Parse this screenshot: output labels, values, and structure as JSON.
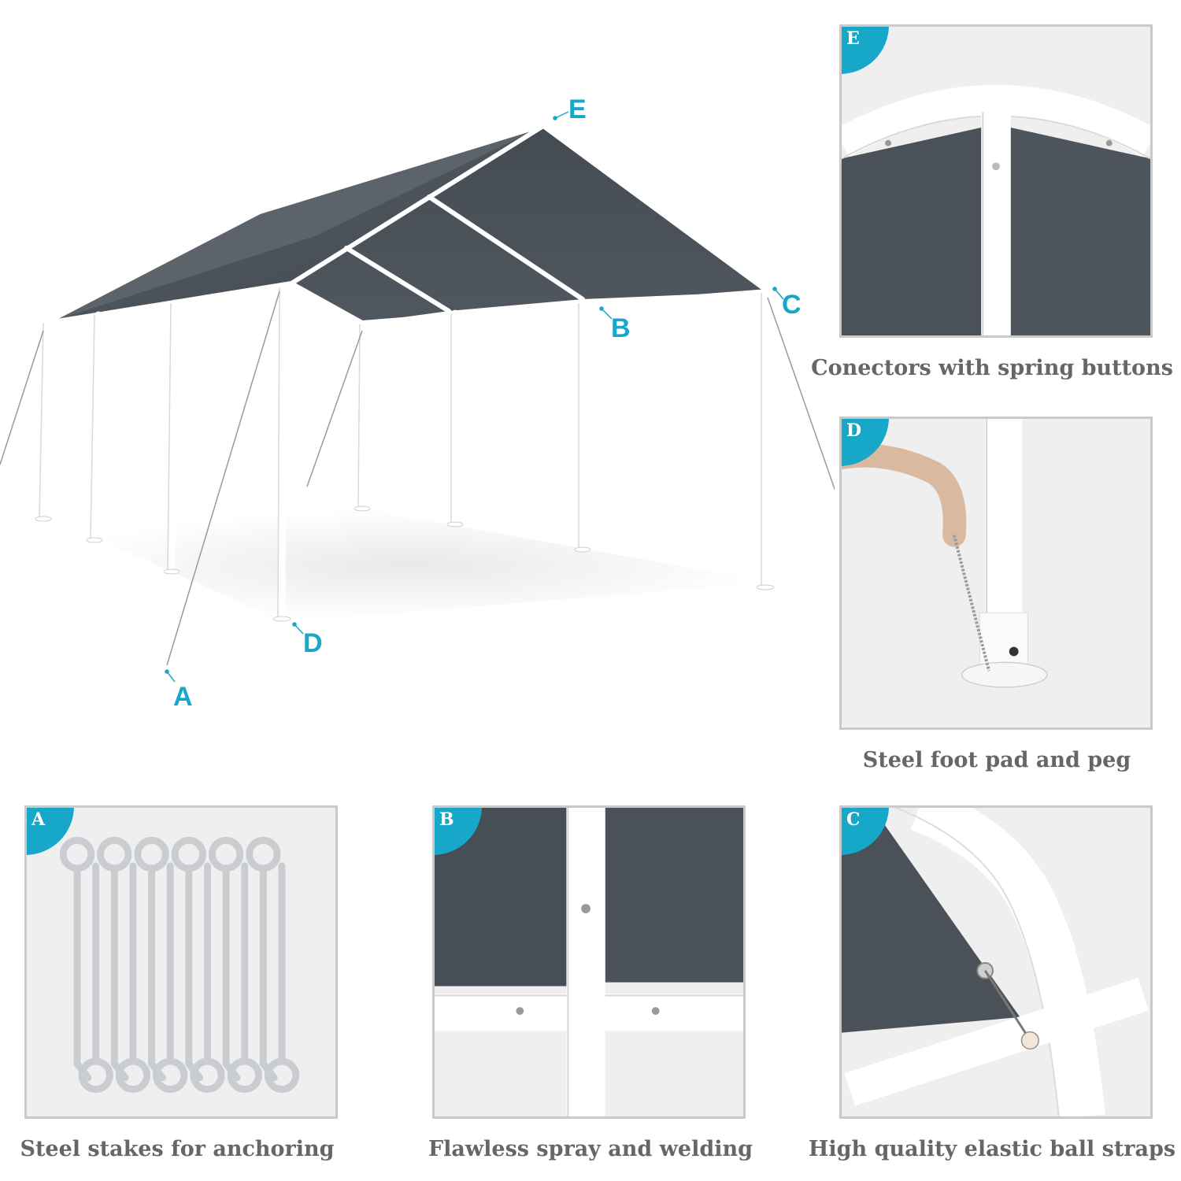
{
  "callouts": {
    "e": "E",
    "c": "C",
    "b": "B",
    "d": "D",
    "a": "A"
  },
  "panels": {
    "e": {
      "badge": "E",
      "caption": "Conectors with spring buttons"
    },
    "d": {
      "badge": "D",
      "caption": "Steel foot pad and peg"
    },
    "a": {
      "badge": "A",
      "caption": "Steel stakes for anchoring"
    },
    "b": {
      "badge": "B",
      "caption": "Flawless spray and welding"
    },
    "c": {
      "badge": "C",
      "caption": "High quality elastic ball straps"
    }
  },
  "colors": {
    "accent": "#17a7c9",
    "canopy": "#4a5158",
    "frame": "#ffffff",
    "caption": "#666666",
    "panel_border": "#c9c9c9"
  }
}
